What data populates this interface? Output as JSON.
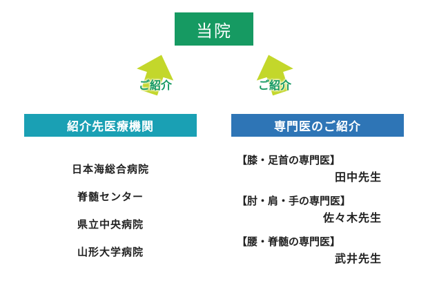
{
  "diagram": {
    "root_label": "当院",
    "arrows": [
      {
        "label": "ご紹介"
      },
      {
        "label": "ご紹介"
      }
    ],
    "left_panel": {
      "header": "紹介先医療機関",
      "items": [
        "日本海総合病院",
        "脊髄センター",
        "県立中央病院",
        "山形大学病院"
      ]
    },
    "right_panel": {
      "header": "専門医のご紹介",
      "items": [
        {
          "specialty": "【膝・足首の専門医】",
          "doctor": "田中先生"
        },
        {
          "specialty": "【肘・肩・手の専門医】",
          "doctor": "佐々木先生"
        },
        {
          "specialty": "【腰・脊髄の専門医】",
          "doctor": "武井先生"
        }
      ]
    },
    "colors": {
      "root_bg": "#169a62",
      "arrow": "#c3d72b",
      "arrow_text": "#169a62",
      "left_header_bg": "#1aa0b4",
      "right_header_bg": "#2e75b6"
    }
  }
}
